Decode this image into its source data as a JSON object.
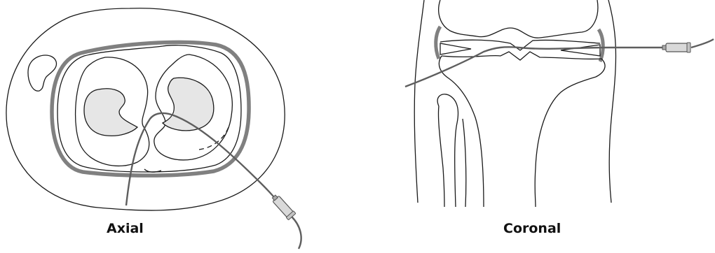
{
  "panels": [
    {
      "key": "axial",
      "label": "Axial"
    },
    {
      "key": "coronal",
      "label": "Coronal"
    }
  ],
  "colors": {
    "outline": "#1a1a1a",
    "capsule": "#808080",
    "cartilage": "#e6e6e6",
    "needle": "#5e5e5e",
    "syringe_hub": "#d9d9d9"
  },
  "icons": [
    "knee-axial-illustration",
    "knee-coronal-illustration",
    "needle-icon",
    "syringe-hub-icon"
  ]
}
